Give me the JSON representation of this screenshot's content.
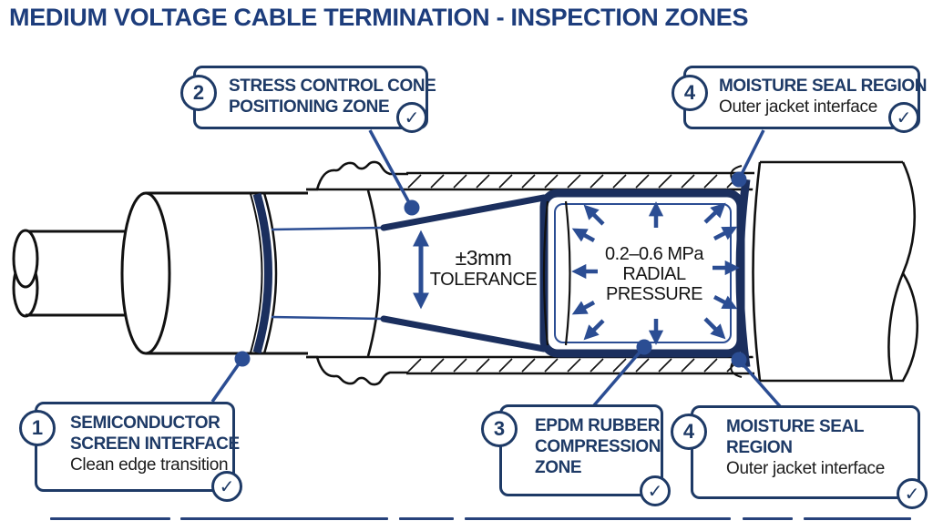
{
  "title": "MEDIUM VOLTAGE CABLE TERMINATION - INSPECTION ZONES",
  "colors": {
    "navy_dark": "#1b2f5e",
    "navy_text": "#1e3a66",
    "blue_accent": "#2b4d93",
    "ink": "#161616"
  },
  "callouts": {
    "semiconductor": {
      "number": "1",
      "line1": "SEMICONDUCTOR",
      "line2": "SCREEN INTERFACE",
      "subtitle": "Clean edge transition",
      "check": "✓"
    },
    "stress_cone": {
      "number": "2",
      "line1": "STRESS CONTROL CONE",
      "line2": "POSITIONING ZONE",
      "check": "✓"
    },
    "epdm": {
      "number": "3",
      "line1": "EPDM RUBBER",
      "line2": "COMPRESSION",
      "line3": "ZONE",
      "check": "✓"
    },
    "moisture_top": {
      "number": "4",
      "line1": "MOISTURE SEAL REGION",
      "subtitle": "Outer jacket interface",
      "check": "✓"
    },
    "moisture_bottom": {
      "number": "4",
      "line1": "MOISTURE SEAL",
      "line2": "REGION",
      "subtitle": "Outer jacket interface",
      "check": "✓"
    }
  },
  "diagram_labels": {
    "tolerance_value": "±3mm",
    "tolerance_caption": "TOLERANCE",
    "pressure_value": "0.2–0.6 MPa",
    "pressure_caption1": "RADIAL",
    "pressure_caption2": "PRESSURE"
  }
}
